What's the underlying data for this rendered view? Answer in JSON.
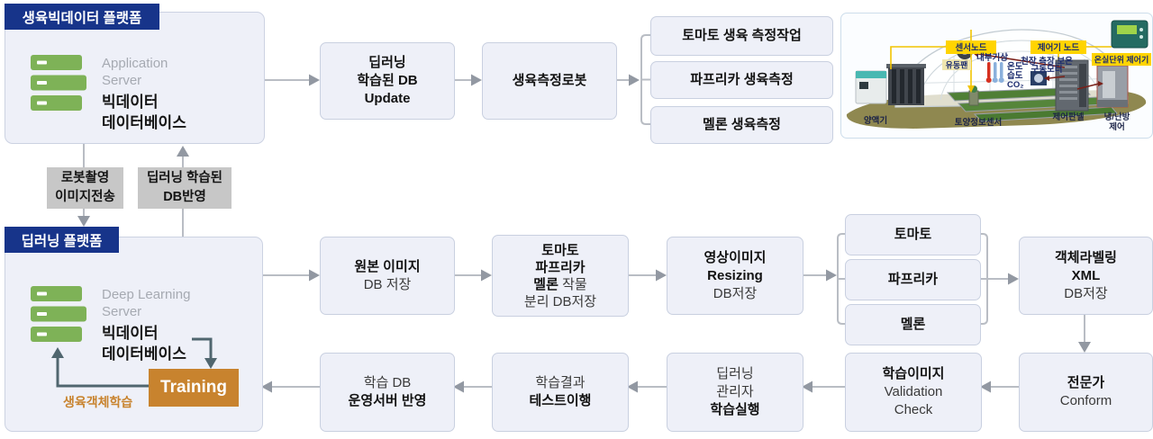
{
  "colors": {
    "header_blue": "#17348a",
    "box_fill": "#eef0f8",
    "box_border": "#c9d0e0",
    "server_green": "#7eb257",
    "training_orange": "#c8832e",
    "arrow_gray": "#b9bdc4",
    "dark_arrow": "#50666f",
    "label_gray": "#c7c7c7",
    "greenhouse_yellow": "#ffd400",
    "greenhouse_navy": "#1c2c6e"
  },
  "platform_top": {
    "header": "생육빅데이터 플랫폼",
    "server_type_line1": "Application",
    "server_type_line2": "Server",
    "server_title_line1": "빅데이터",
    "server_title_line2": "데이터베이스"
  },
  "platform_deep": {
    "header": "딥러닝 플랫폼",
    "server_type_line1": "Deep Learning",
    "server_type_line2": "Server",
    "server_title_line1": "빅데이터",
    "server_title_line2": "데이터베이스",
    "training": "Training",
    "training_note": "생육객체학습"
  },
  "connectors": {
    "robot_upload_line1": "로봇촬영",
    "robot_upload_line2": "이미지전송",
    "db_apply_line1": "딥러닝 학습된",
    "db_apply_line2": "DB반영"
  },
  "top_flow": {
    "db_update_line1": "딥러닝",
    "db_update_line2": "학습된 DB",
    "db_update_line3": "Update",
    "robot": "생육측정로봇",
    "task1": "토마토 생육 측정작업",
    "task2": "파프리카 생육측정",
    "task3": "멜론 생육측정"
  },
  "mid_flow": {
    "original_line1": "원본 이미지",
    "original_line2": "DB 저장",
    "split_line1": "토마토",
    "split_line2": "파프리카",
    "split_line3_bold": "멜론",
    "split_line3_reg": " 작물",
    "split_line4": "분리 DB저장",
    "resize_line1": "영상이미지",
    "resize_line2": "Resizing",
    "resize_line3": "DB저장",
    "crop1": "토마토",
    "crop2": "파프리카",
    "crop3": "멜론",
    "label_line1": "객체라벨링",
    "label_line2": "XML",
    "label_line3": "DB저장"
  },
  "bottom_flow": {
    "expert_line1": "전문가",
    "expert_line2": "Conform",
    "validation_line1": "학습이미지",
    "validation_line2": "Validation",
    "validation_line3": "Check",
    "exec_line1": "딥러닝",
    "exec_line2": "관리자",
    "exec_line3": "학습실행",
    "test_line1": "학습결과",
    "test_line2": "테스트이행",
    "deploy_line1": "학습 DB",
    "deploy_line2": "운영서버 반영"
  },
  "greenhouse": {
    "sensor_node": "센서노드",
    "controller_node": "제어기 노드",
    "unit_controller": "온실단위 제어기",
    "inner_weather": "내부기상",
    "motor_line1": "천장.측장.보온",
    "motor_line2": "구동모터",
    "temp": "온도",
    "humidity": "습도",
    "co2": "CO₂",
    "fan": "유동팬",
    "nutrient": "양액기",
    "soil_sensor": "토양정보센서",
    "control_panel": "제어판넬",
    "hvac_line1": "냉/난방",
    "hvac_line2": "제어"
  }
}
